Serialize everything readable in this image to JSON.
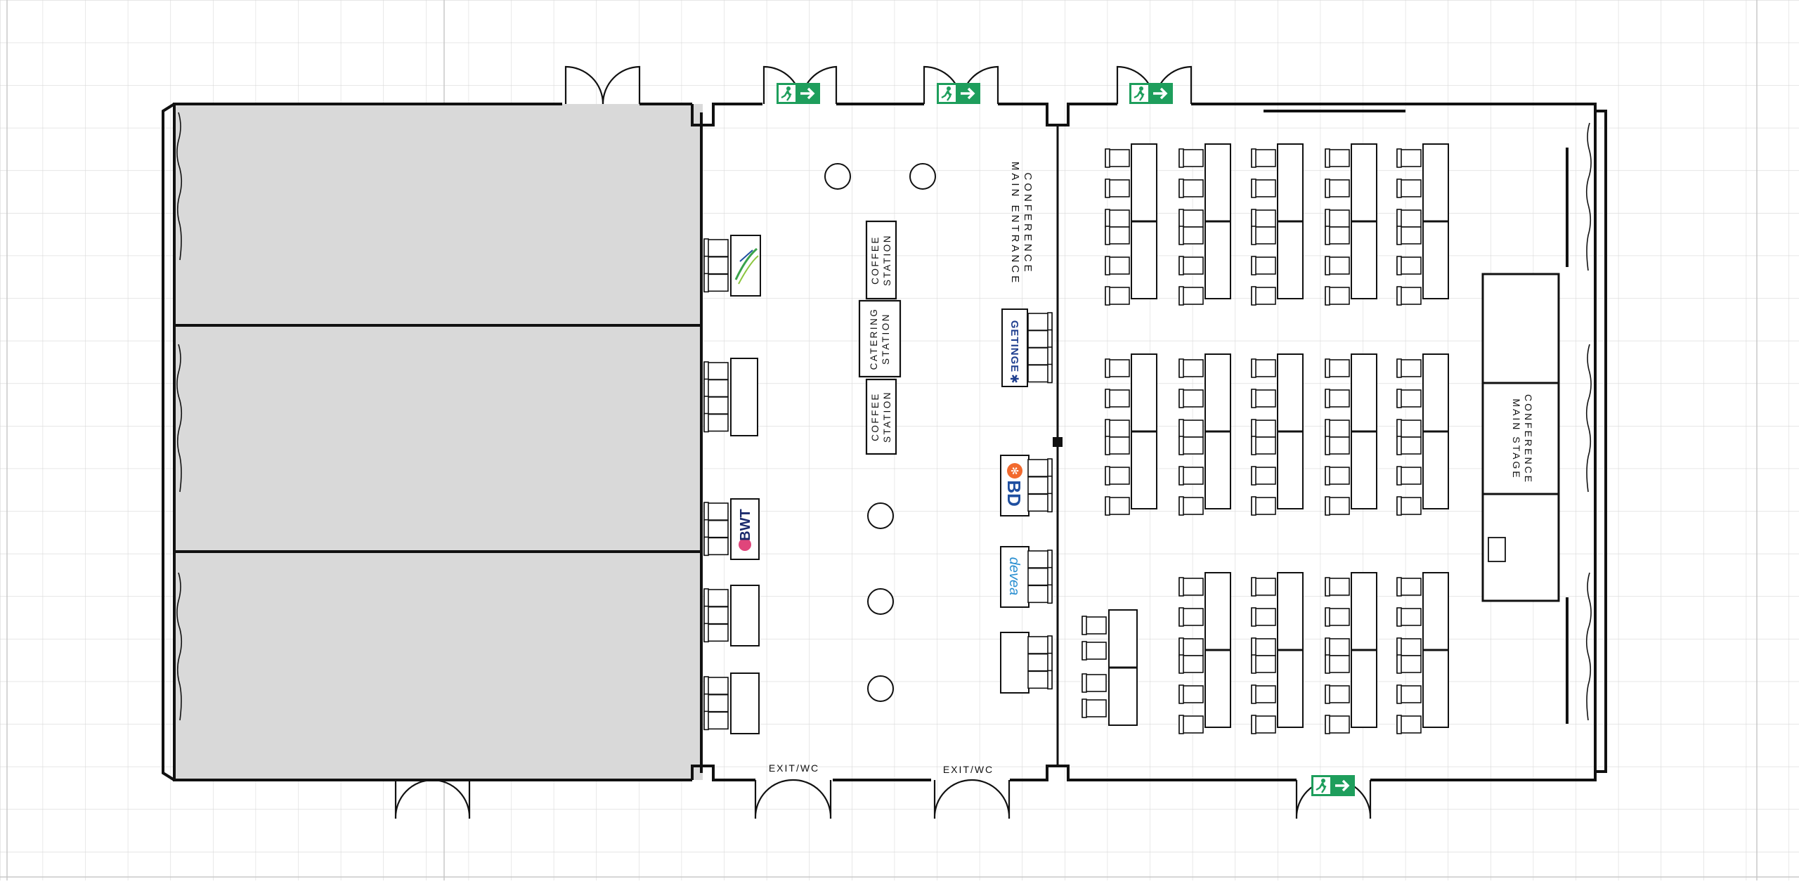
{
  "labels": {
    "main_entrance_line1": "CONFERENCE",
    "main_entrance_line2": "MAIN ENTRANCE",
    "main_stage_line1": "CONFERENCE",
    "main_stage_line2": "MAIN STAGE",
    "coffee_line1": "COFFEE",
    "coffee_line2": "STATION",
    "catering_line1": "CATERING",
    "catering_line2": "STATION",
    "exit_wc_left": "EXIT/WC",
    "exit_wc_right": "EXIT/WC"
  },
  "exhibitors": {
    "getinge": "GETINGE",
    "bd": "BD",
    "devea": "devea",
    "bwt": "BWT"
  },
  "colors": {
    "grid": "#d8d8d8",
    "wall": "#111111",
    "hall_fill": "#d9d9d9",
    "exit_sign": "#1e9e5c",
    "bd_orange": "#f26a2e",
    "bd_blue": "#1f4fa0",
    "devea_blue": "#2a8fd1",
    "getinge_blue": "#1f3f8f",
    "bwt_navy": "#1a2a6c",
    "bwt_pink": "#e0457b"
  },
  "icons": [
    "exit-sign-icon",
    "door-swing-icon",
    "chair-icon",
    "table-icon",
    "cocktail-table-icon",
    "column-icon"
  ]
}
